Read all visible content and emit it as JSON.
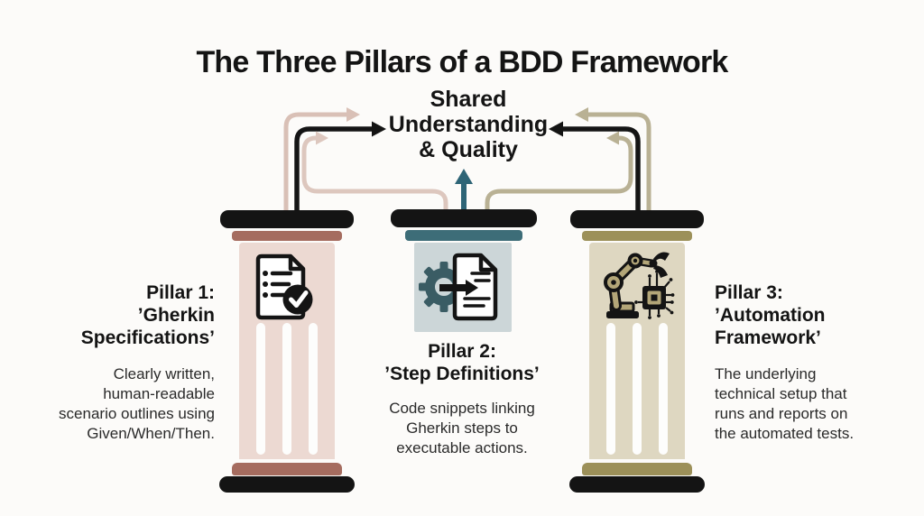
{
  "title": "The Three Pillars of a BDD Framework",
  "center_label": {
    "lines": [
      "Shared",
      "Understanding",
      "& Quality"
    ]
  },
  "pillars": [
    {
      "heading_lines": [
        "Pillar 1:",
        "’Gherkin",
        "Specifications’"
      ],
      "body_lines": [
        "Clearly written,",
        "human-readable",
        "scenario outlines using",
        "Given/When/Then."
      ],
      "icon": "checklist-document-icon",
      "colors": {
        "column": "#ecd9d2",
        "band": "#a56c5f",
        "arrow": "#d9c0b6"
      }
    },
    {
      "heading_lines": [
        "Pillar 2:",
        "’Step Definitions’"
      ],
      "body_lines": [
        "Code snippets linking",
        "Gherkin steps to",
        "executable actions."
      ],
      "icon": "gear-document-icon",
      "colors": {
        "band": "#3d6d78",
        "icon_bg": "#ccd6d8",
        "arrow": "#2e6577"
      }
    },
    {
      "heading_lines": [
        "Pillar 3:",
        "’Automation",
        "Framework’"
      ],
      "body_lines": [
        "The underlying",
        "technical setup that",
        "runs and reports on",
        "the automated tests."
      ],
      "icon": "robot-arm-circuit-icon",
      "colors": {
        "column": "#ded7c1",
        "band": "#9c9059",
        "arrow": "#b9b194"
      }
    }
  ],
  "colors": {
    "background": "#fcfbf9",
    "ink": "#141414",
    "body_text": "#2a2a2a",
    "teal_arrow": "#2e6577",
    "pink_arrow": "#d9c0b6",
    "olive_arrow": "#b9b194"
  }
}
